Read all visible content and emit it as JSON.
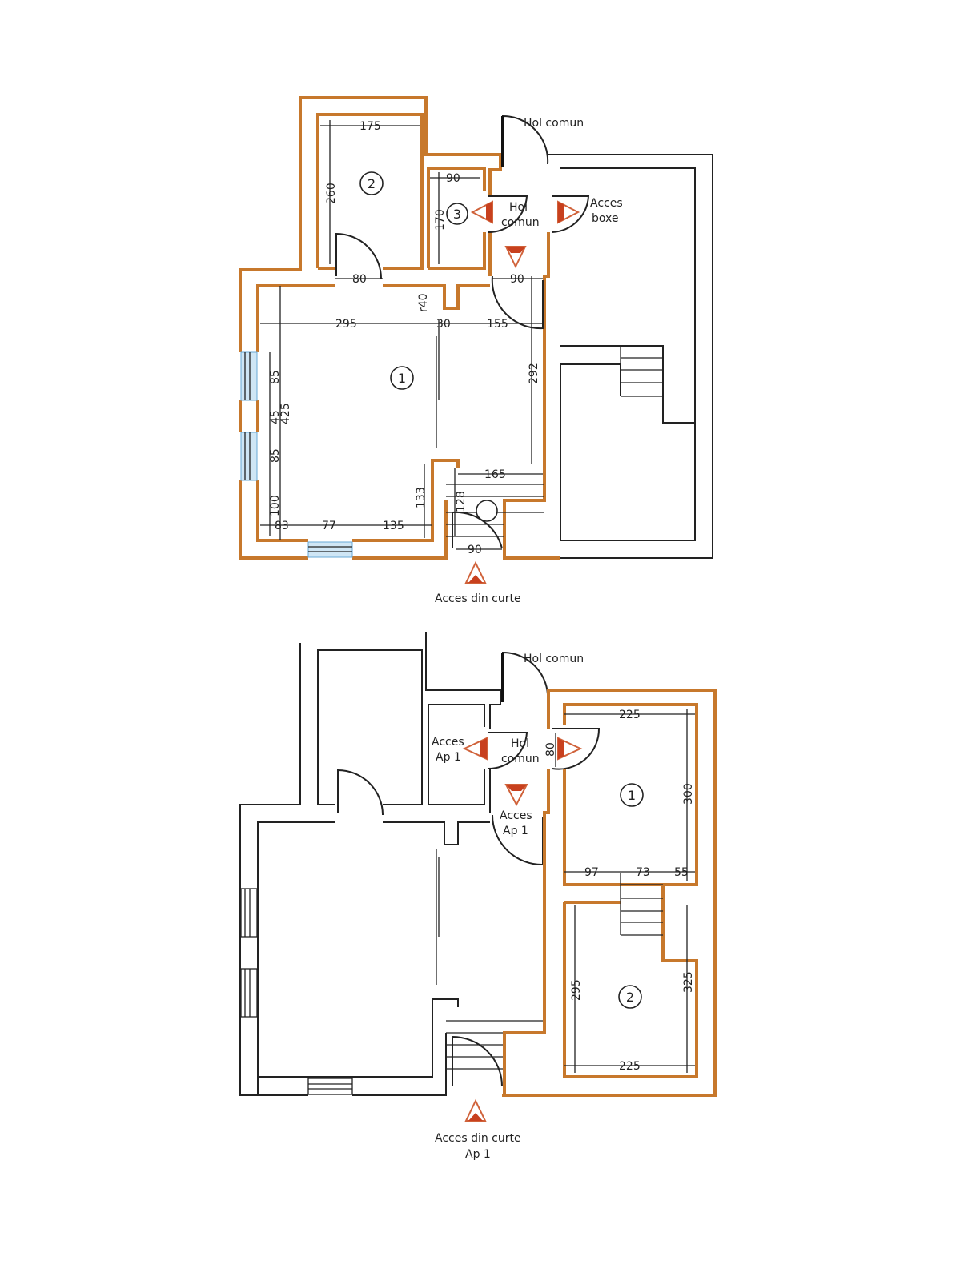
{
  "colors": {
    "wall_highlight": "#c7782c",
    "arrow": "#d0623a",
    "window": "#cfe6f5"
  },
  "top_plan": {
    "labels": {
      "hol_comun_top": "Hol comun",
      "hol": "Hol",
      "comun": "comun",
      "acces": "Acces",
      "boxe": "boxe",
      "acces_din_curte": "Acces din curte"
    },
    "rooms": [
      "1",
      "2",
      "3"
    ],
    "dims": [
      "175",
      "260",
      "90",
      "170",
      "80",
      "90",
      "r40",
      "295",
      "30",
      "155",
      "292",
      "85",
      "45",
      "425",
      "85",
      "165",
      "133",
      "128",
      "100",
      "83",
      "77",
      "135",
      "90"
    ]
  },
  "bottom_plan": {
    "labels": {
      "hol_comun_top": "Hol comun",
      "acces_left": "Acces",
      "ap1_left": "Ap 1",
      "hol": "Hol",
      "comun": "comun",
      "acces_down": "Acces",
      "ap1_down": "Ap 1",
      "acces_din_curte": "Acces din curte",
      "ap1_bottom": "Ap 1"
    },
    "rooms": [
      "1",
      "2"
    ],
    "dims": [
      "80",
      "225",
      "300",
      "97",
      "73",
      "55",
      "295",
      "325",
      "225"
    ]
  }
}
